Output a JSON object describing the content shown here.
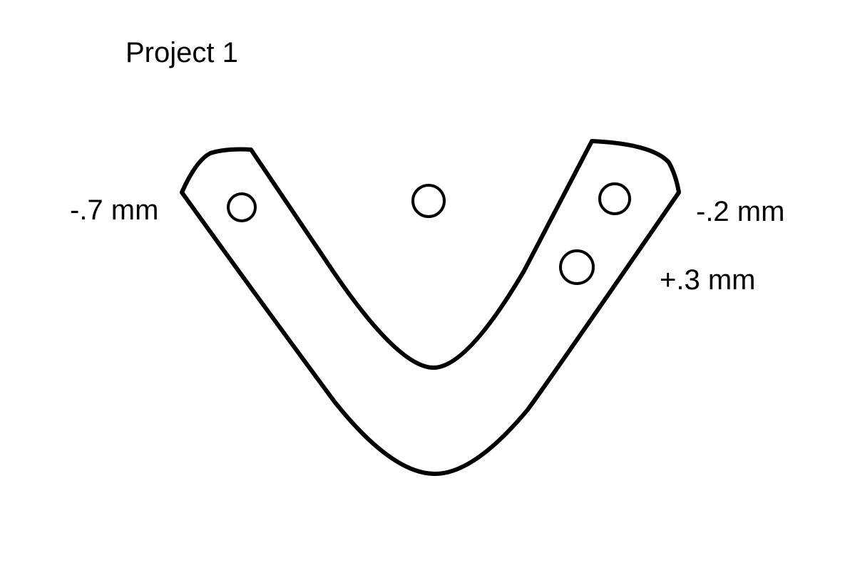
{
  "title": "Project 1",
  "annotations": {
    "left": "-.7 mm",
    "right_top": "-.2 mm",
    "right_bottom": "+.3 mm"
  },
  "colors": {
    "stroke": "#000000",
    "background": "#ffffff"
  }
}
